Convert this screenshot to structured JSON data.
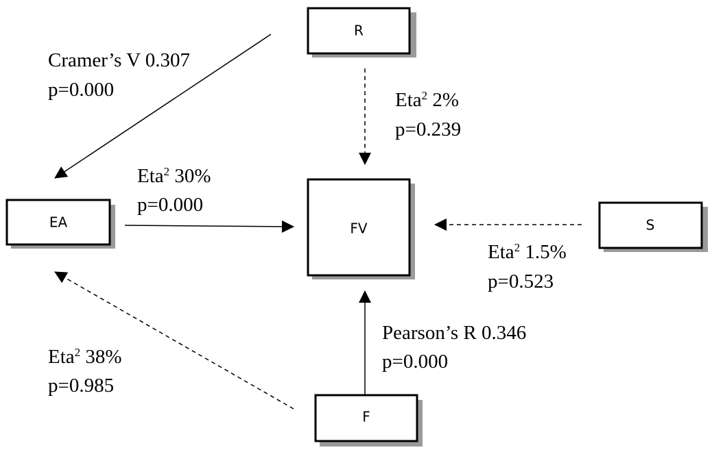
{
  "colors": {
    "stroke": "#000000",
    "shadow": "#9a9a9a",
    "background": "#ffffff"
  },
  "nodes": {
    "R": {
      "label": "R"
    },
    "EA": {
      "label": "EA"
    },
    "FV": {
      "label": "FV"
    },
    "S": {
      "label": "S"
    },
    "F": {
      "label": "F"
    }
  },
  "edges": [
    {
      "id": "r-to-ea",
      "from": "R",
      "to": "EA",
      "style": "solid",
      "stat": "Cramer’s V 0.307",
      "stat_prefix": "Cramer’s V 0.307",
      "stat_sup": "",
      "stat_suffix": "",
      "p": "p=0.000"
    },
    {
      "id": "r-to-fv",
      "from": "R",
      "to": "FV",
      "style": "dashed",
      "stat": "Eta2 2%",
      "stat_prefix": "Eta",
      "stat_sup": "2",
      "stat_suffix": " 2%",
      "p": "p=0.239"
    },
    {
      "id": "ea-to-fv",
      "from": "EA",
      "to": "FV",
      "style": "solid",
      "stat": "Eta2 30%",
      "stat_prefix": "Eta",
      "stat_sup": "2",
      "stat_suffix": " 30%",
      "p": "p=0.000"
    },
    {
      "id": "s-to-fv",
      "from": "S",
      "to": "FV",
      "style": "dashed",
      "stat": "Eta2 1.5%",
      "stat_prefix": "Eta",
      "stat_sup": "2",
      "stat_suffix": " 1.5%",
      "p": "p=0.523"
    },
    {
      "id": "f-to-ea",
      "from": "F",
      "to": "EA",
      "style": "dashed",
      "stat": "Eta2 38%",
      "stat_prefix": "Eta",
      "stat_sup": "2",
      "stat_suffix": " 38%",
      "p": "p=0.985"
    },
    {
      "id": "f-to-fv",
      "from": "F",
      "to": "FV",
      "style": "solid",
      "stat": "Pearson’s R 0.346",
      "stat_prefix": "Pearson’s R 0.346",
      "stat_sup": "",
      "stat_suffix": "",
      "p": "p=0.000"
    }
  ]
}
